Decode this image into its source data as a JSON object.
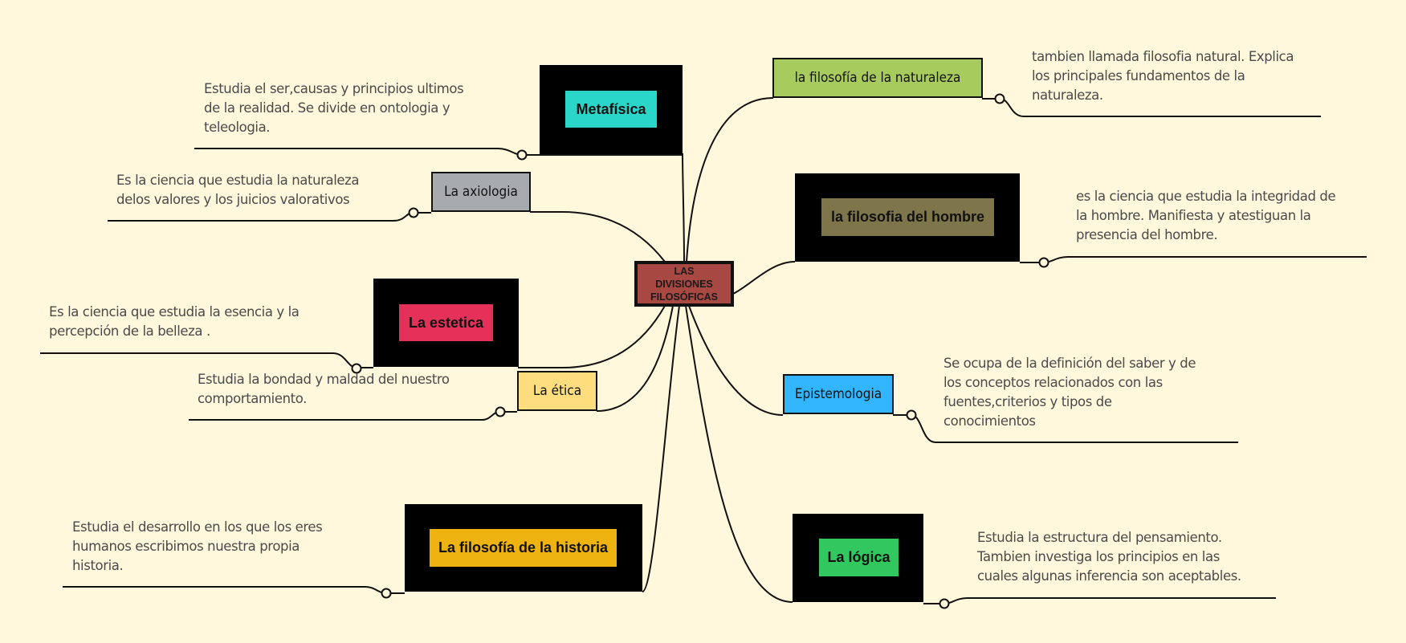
{
  "map": {
    "center": {
      "label": "LAS DIVISIONES FILOSÓFICAS",
      "color": "#a74843"
    },
    "left_topics": [
      {
        "id": "metafisica",
        "label": "Metafísica",
        "color": "#29d6c8",
        "frame": "black",
        "description": "Estudia el ser,causas y principios ultimos\nde la realidad. Se divide en ontologia y\nteleologia."
      },
      {
        "id": "axiologia",
        "label": "La axiologia",
        "color": "#a7abad",
        "frame": "bordered",
        "description": "Es la ciencia que estudia la naturaleza\ndelos valores y los juicios valorativos"
      },
      {
        "id": "estetica",
        "label": "La estetica",
        "color": "#e5305a",
        "frame": "black",
        "description": "Es la ciencia que estudia la esencia y la\npercepción de la belleza ."
      },
      {
        "id": "etica",
        "label": "La ética",
        "color": "#fddd7e",
        "frame": "bordered",
        "description": "Estudia la bondad y maldad del nuestro\ncomportamiento."
      },
      {
        "id": "historia",
        "label": "La filosofía de la historia",
        "color": "#eeb211",
        "frame": "black",
        "description": "Estudia el desarrollo en los que los eres\nhumanos escribimos nuestra propia\nhistoria."
      }
    ],
    "right_topics": [
      {
        "id": "naturaleza",
        "label": "la filosofía de la naturaleza",
        "color": "#a8cb5e",
        "frame": "bordered",
        "description": "tambien llamada filosofia natural. Explica\nlos principales fundamentos de la\nnaturaleza."
      },
      {
        "id": "hombre",
        "label": "la filosofia del hombre",
        "color": "#7f754a",
        "frame": "black",
        "description": "es la ciencia que estudia la integridad de\nla hombre. Manifiesta y atestiguan la\npresencia del hombre."
      },
      {
        "id": "epistemologia",
        "label": "Epistemologia",
        "color": "#33b5fc",
        "frame": "bordered",
        "description": "Se ocupa de la definición del saber y de\nlos conceptos relacionados con las\nfuentes,criterios y tipos de\nconocimientos"
      },
      {
        "id": "logica",
        "label": "La lógica",
        "color": "#32c85f",
        "frame": "black",
        "description": "Estudia la estructura del pensamiento.\nTambien investiga los principios en las\ncuales algunas inferencia son aceptables."
      }
    ]
  }
}
